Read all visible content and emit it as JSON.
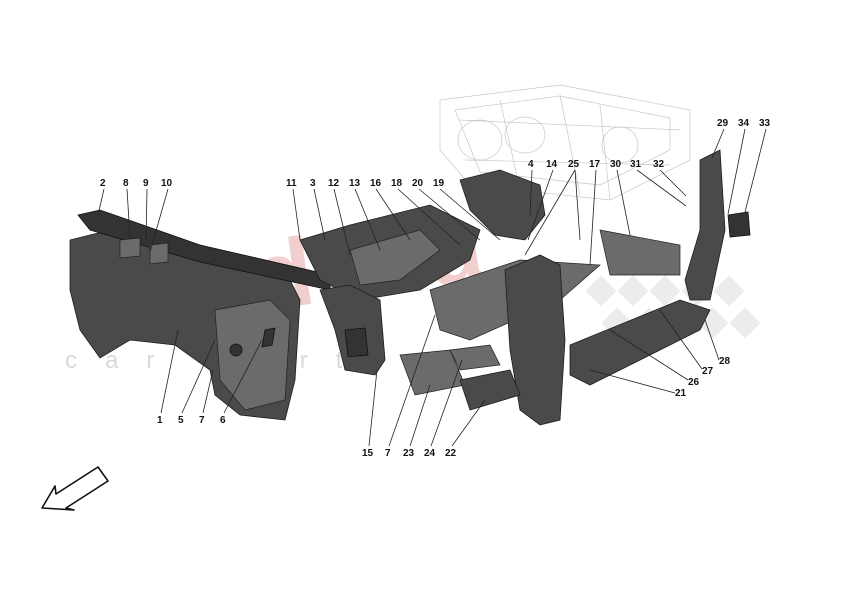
{
  "watermark": {
    "brand": "scuderia",
    "sub": "car parts"
  },
  "callouts": [
    {
      "id": "2",
      "label": "2"
    },
    {
      "id": "8",
      "label": "8"
    },
    {
      "id": "9",
      "label": "9"
    },
    {
      "id": "10",
      "label": "10"
    },
    {
      "id": "11",
      "label": "11"
    },
    {
      "id": "3",
      "label": "3"
    },
    {
      "id": "12",
      "label": "12"
    },
    {
      "id": "13",
      "label": "13"
    },
    {
      "id": "16",
      "label": "16"
    },
    {
      "id": "18",
      "label": "18"
    },
    {
      "id": "20",
      "label": "20"
    },
    {
      "id": "19",
      "label": "19"
    },
    {
      "id": "4",
      "label": "4"
    },
    {
      "id": "14",
      "label": "14"
    },
    {
      "id": "25",
      "label": "25"
    },
    {
      "id": "17",
      "label": "17"
    },
    {
      "id": "30",
      "label": "30"
    },
    {
      "id": "32",
      "label": "32"
    },
    {
      "id": "31",
      "label": "31"
    },
    {
      "id": "29",
      "label": "29"
    },
    {
      "id": "34",
      "label": "34"
    },
    {
      "id": "33",
      "label": "33"
    },
    {
      "id": "1",
      "label": "1"
    },
    {
      "id": "5",
      "label": "5"
    },
    {
      "id": "7a",
      "label": "7"
    },
    {
      "id": "6",
      "label": "6"
    },
    {
      "id": "15",
      "label": "15"
    },
    {
      "id": "7b",
      "label": "7"
    },
    {
      "id": "23",
      "label": "23"
    },
    {
      "id": "24",
      "label": "24"
    },
    {
      "id": "22",
      "label": "22"
    },
    {
      "id": "21",
      "label": "21"
    },
    {
      "id": "26",
      "label": "26"
    },
    {
      "id": "27",
      "label": "27"
    },
    {
      "id": "28",
      "label": "28"
    }
  ],
  "colors": {
    "part": "#4a4a4a",
    "watermark": "#e8a8a8",
    "ghost": "#c8c8c8"
  },
  "icons": {
    "orientation": "direction-arrow-icon"
  }
}
